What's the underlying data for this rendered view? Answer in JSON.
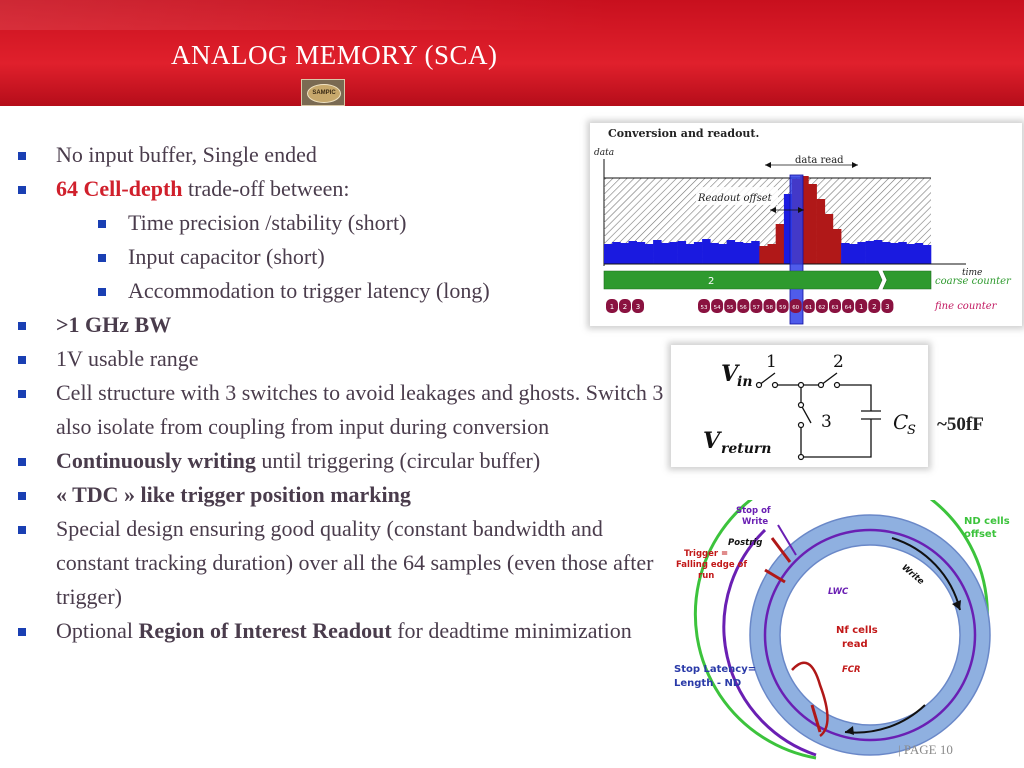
{
  "slide": {
    "title": "ANALOG MEMORY (SCA)",
    "logo_text": "SAMPIC",
    "page": "|  PAGE 10"
  },
  "bullets": [
    {
      "segments": [
        {
          "text": "No input buffer, Single ended",
          "style": "normal"
        }
      ],
      "level": 1
    },
    {
      "segments": [
        {
          "text": "64 Cell-depth",
          "style": "red"
        },
        {
          "text": " trade-off  between:",
          "style": "normal"
        }
      ],
      "level": 1
    },
    {
      "segments": [
        {
          "text": "Time precision /stability (short)",
          "style": "normal"
        }
      ],
      "level": 2
    },
    {
      "segments": [
        {
          "text": "Input capacitor (short)",
          "style": "normal"
        }
      ],
      "level": 2
    },
    {
      "segments": [
        {
          "text": "Accommodation to trigger latency (long)",
          "style": "normal"
        }
      ],
      "level": 2
    },
    {
      "segments": [
        {
          "text": ">1 GHz BW",
          "style": "bold"
        }
      ],
      "level": 1
    },
    {
      "segments": [
        {
          "text": "1V usable range",
          "style": "normal"
        }
      ],
      "level": 1
    },
    {
      "segments": [
        {
          "text": "Cell structure with 3 switches to avoid  leakages and ghosts. Switch 3 also isolate from coupling from input during conversion",
          "style": "normal"
        }
      ],
      "level": 1
    },
    {
      "segments": [
        {
          "text": "Continuously writing",
          "style": "bold"
        },
        {
          "text": " until triggering (circular buffer)",
          "style": "normal"
        }
      ],
      "level": 1
    },
    {
      "segments": [
        {
          "text": "« TDC » like trigger position marking",
          "style": "bold"
        }
      ],
      "level": 1
    },
    {
      "segments": [
        {
          "text": "Special design ensuring good quality (constant bandwidth and constant tracking duration) over all the 64 samples (even those after trigger)",
          "style": "normal"
        }
      ],
      "level": 1
    },
    {
      "segments": [
        {
          "text": "Optional ",
          "style": "normal"
        },
        {
          "text": "Region of  Interest Readout",
          "style": "bold"
        },
        {
          "text": "  for deadtime minimization",
          "style": "normal"
        }
      ],
      "level": 1
    }
  ],
  "readout_figure": {
    "title": "Conversion and readout.",
    "data_axis": "data",
    "data_read": "data read",
    "readout_offset": "Readout offset",
    "time_axis": "time",
    "coarse_value": "2",
    "coarse_counter": "coarse counter",
    "fine_counter": "fine counter",
    "fine_cells_left": [
      "1",
      "2",
      "3"
    ],
    "fine_cells_right": [
      "53",
      "54",
      "55",
      "56",
      "57",
      "58",
      "59",
      "60",
      "61",
      "62",
      "63",
      "64",
      "1",
      "2",
      "3"
    ]
  },
  "circuit_figure": {
    "v_in": "V",
    "v_in_sub": "in",
    "v_return": "V",
    "v_return_sub": "return",
    "switch1": "1",
    "switch2": "2",
    "switch3": "3",
    "cap": "C",
    "cap_sub": "S"
  },
  "capacitance_note": "~50fF",
  "ring_figure": {
    "stop_of_write_1": "Stop of",
    "stop_of_write_2": "Write",
    "postrig": "Postrig",
    "trigger_1": "Trigger =",
    "trigger_2": "Falling edge of",
    "trigger_3": "run",
    "lwc": "LWC",
    "write": "Write",
    "nd_cells_1": "ND cells",
    "nd_cells_2": "offset",
    "nf_cells_1": "Nf cells",
    "nf_cells_2": "read",
    "fcr": "FCR",
    "stop_latency_1": "Stop Latency=",
    "stop_latency_2": "Length - ND"
  },
  "colors": {
    "header_red": "#d0202c",
    "bullet_blue": "#1a3fb3",
    "data_blue": "#1a1ae0",
    "data_red": "#b01818",
    "counter_green": "#2e9a2e",
    "fine_magenta": "#8a1240",
    "ring_blue": "#8fb0e0",
    "ring_green": "#3cc33c",
    "ring_purple": "#6a1fb3"
  }
}
